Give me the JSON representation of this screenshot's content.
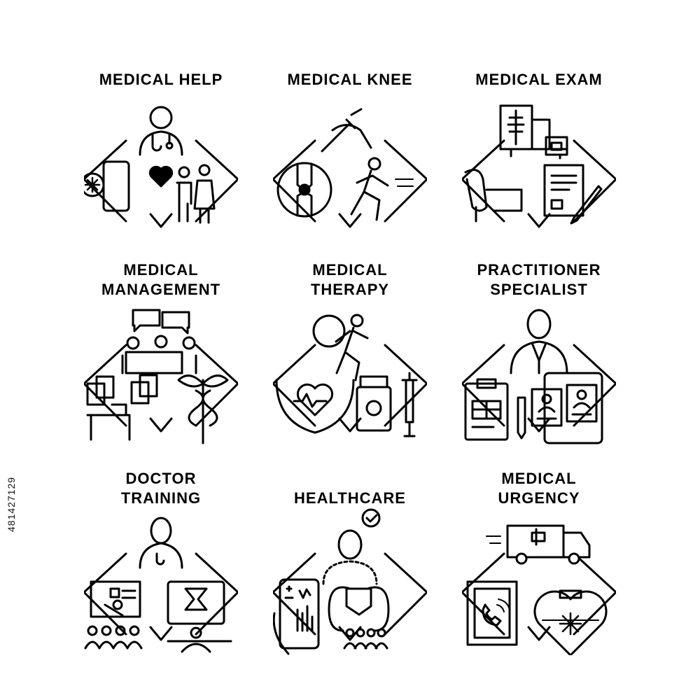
{
  "titles": {
    "medical_help": "MEDICAL HELP",
    "medical_knee": "MEDICAL KNEE",
    "medical_exam": "MEDICAL EXAM",
    "medical_management_l1": "MEDICAL",
    "medical_management_l2": "MANAGEMENT",
    "medical_therapy_l1": "MEDICAL",
    "medical_therapy_l2": "THERAPY",
    "practitioner_l1": "PRACTITIONER",
    "practitioner_l2": "SPECIALIST",
    "doctor_training_l1": "DOCTOR",
    "doctor_training_l2": "TRAINING",
    "healthcare": "HEALTHCARE",
    "medical_urgency_l1": "MEDICAL",
    "medical_urgency_l2": "URGENCY"
  },
  "stock_id": "481427129",
  "colors": {
    "ink": "#000000",
    "background": "#ffffff"
  }
}
